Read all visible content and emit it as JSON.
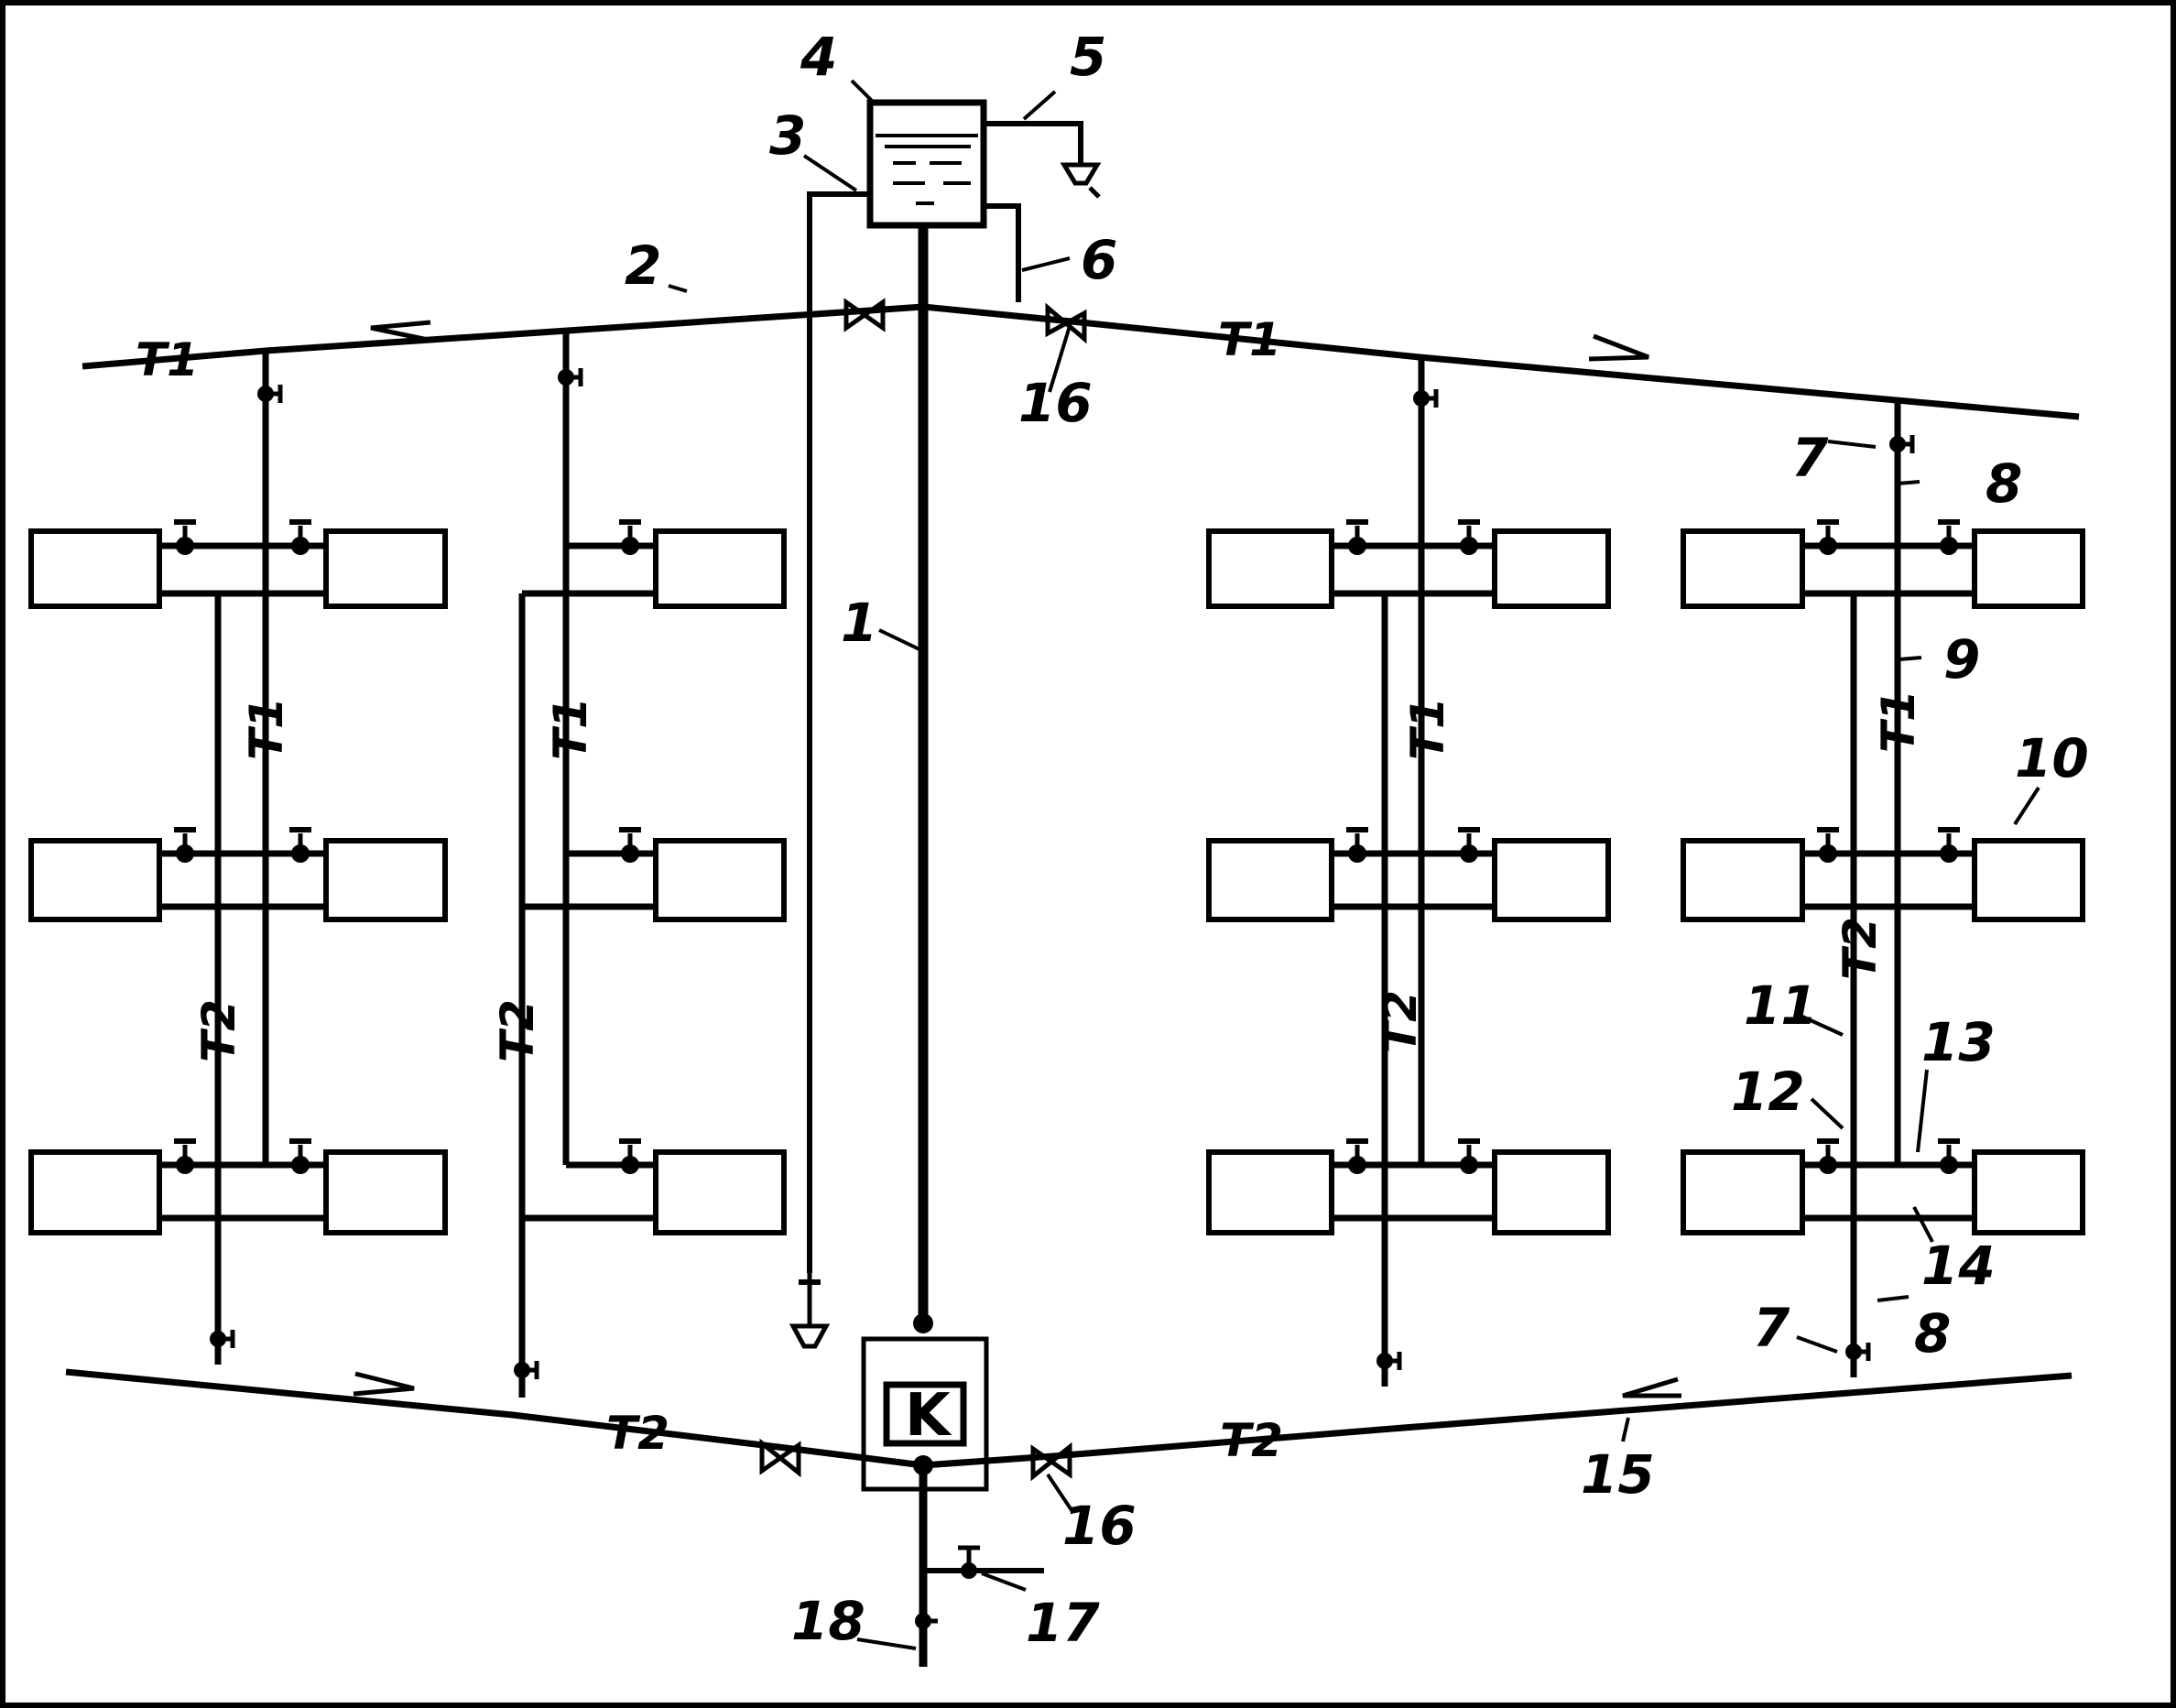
{
  "diagram": {
    "supply_label": "T1",
    "return_label": "T2",
    "boiler_label": "K",
    "callouts": {
      "n1": "1",
      "n2": "2",
      "n3": "3",
      "n4": "4",
      "n5": "5",
      "n6": "6",
      "n7a": "7",
      "n7b": "7",
      "n8a": "8",
      "n8b": "8",
      "n9": "9",
      "n10": "10",
      "n11": "11",
      "n12": "12",
      "n13": "13",
      "n14": "14",
      "n15": "15",
      "n16a": "16",
      "n16b": "16",
      "n17": "17",
      "n18": "18"
    },
    "colors": {
      "line": "#000000",
      "background": "#ffffff"
    }
  }
}
